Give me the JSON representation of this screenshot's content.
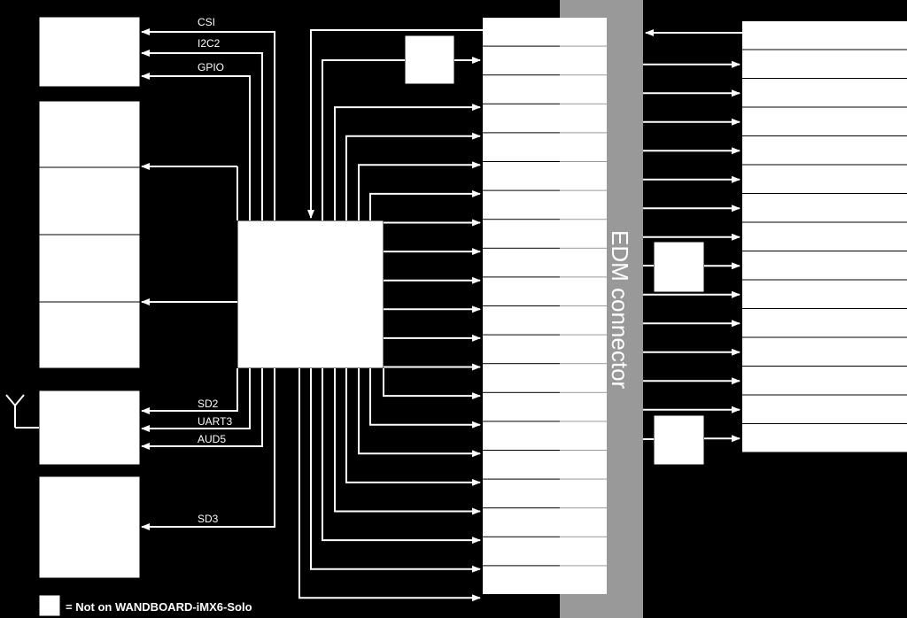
{
  "connector": {
    "label": "EDM connector"
  },
  "bus_labels": {
    "csi": "CSI",
    "i2c2": "I2C2",
    "gpio": "GPIO",
    "sd2": "SD2",
    "uart3": "UART3",
    "aud5": "AUD5",
    "sd3": "SD3"
  },
  "legend": {
    "text": "= Not on WANDBOARD-iMX6-Solo"
  },
  "colors": {
    "background": "#000000",
    "connector": "#999999",
    "blocks": "#ffffff",
    "lines": "#ffffff"
  }
}
